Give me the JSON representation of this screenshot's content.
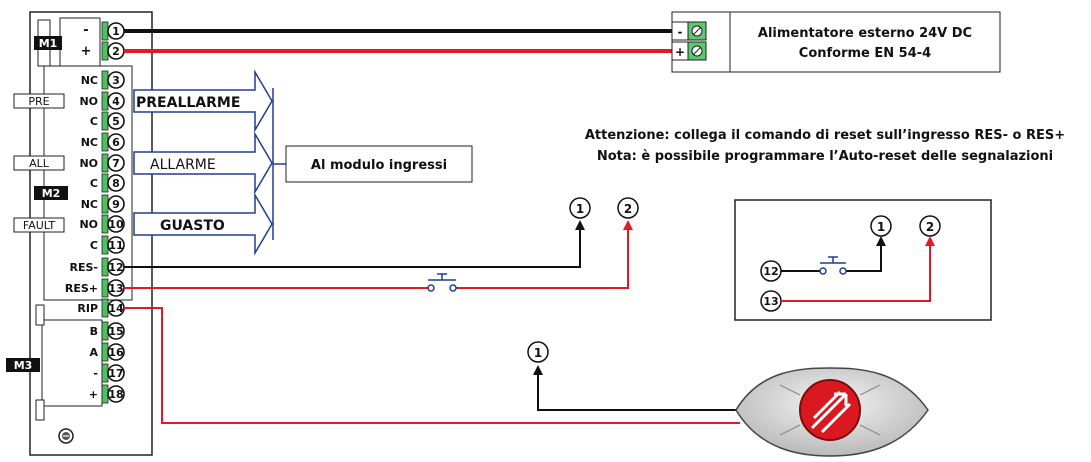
{
  "connectors": {
    "m1": "M1",
    "m2": "M2",
    "m3": "M3",
    "m1_minus": "-",
    "m1_plus": "+"
  },
  "tags": {
    "pre": "PRE",
    "all": "ALL",
    "fault": "FAULT"
  },
  "terminals": [
    {
      "num": "1",
      "label": ""
    },
    {
      "num": "2",
      "label": ""
    },
    {
      "num": "3",
      "label": "NC"
    },
    {
      "num": "4",
      "label": "NO"
    },
    {
      "num": "5",
      "label": "C"
    },
    {
      "num": "6",
      "label": "NC"
    },
    {
      "num": "7",
      "label": "NO"
    },
    {
      "num": "8",
      "label": "C"
    },
    {
      "num": "9",
      "label": "NC"
    },
    {
      "num": "10",
      "label": "NO"
    },
    {
      "num": "11",
      "label": "C"
    },
    {
      "num": "12",
      "label": "RES-"
    },
    {
      "num": "13",
      "label": "RES+"
    },
    {
      "num": "14",
      "label": "RIP"
    },
    {
      "num": "15",
      "label": "B"
    },
    {
      "num": "16",
      "label": "A"
    },
    {
      "num": "17",
      "label": "-"
    },
    {
      "num": "18",
      "label": "+"
    }
  ],
  "arrows": {
    "preallarme": "PREALLARME",
    "allarme": "ALLARME",
    "guasto": "GUASTO"
  },
  "module_box": "Al modulo ingressi",
  "power_supply": {
    "line1": "Alimentatore esterno 24V DC",
    "line2": "Conforme EN 54-4",
    "minus": "-",
    "plus": "+"
  },
  "notes": {
    "line1": "Attenzione: collega il comando di reset sull’ingresso RES- o RES+",
    "line2": "Nota: è possibile programmare l’Auto-reset delle segnalazioni"
  },
  "markers": {
    "one": "1",
    "two": "2",
    "t12": "12",
    "t13": "13"
  },
  "colors": {
    "black_wire": "#111111",
    "red_wire": "#e01b22",
    "logo_red": "#d9181f"
  }
}
